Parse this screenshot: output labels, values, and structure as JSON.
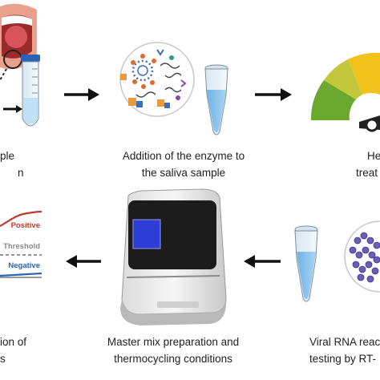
{
  "steps": {
    "saliva": {
      "caption_line1": "ple",
      "caption_line2": "n"
    },
    "enzyme": {
      "caption_line1": "Addition of the enzyme to",
      "caption_line2": "the saliva sample"
    },
    "heat": {
      "caption_line1": "He",
      "caption_line2": "treat"
    },
    "rna": {
      "caption_line1": "Viral RNA reac",
      "caption_line2": "testing by RT-"
    },
    "master": {
      "caption_line1": "Master mix preparation and",
      "caption_line2": "thermocycling conditions"
    },
    "result": {
      "caption_line1": "ion of",
      "caption_line2": "s"
    }
  },
  "amplification_plot": {
    "positive_label": "Positive",
    "threshold_label": "Threshold",
    "negative_label": "Negative"
  },
  "colors": {
    "positive": "#c0392b",
    "negative": "#2a64b8",
    "threshold": "#555555",
    "gauge": [
      "#6aa82e",
      "#c3c83a",
      "#f1c21b",
      "#f6a320"
    ],
    "screen": "#2d3dd6"
  }
}
